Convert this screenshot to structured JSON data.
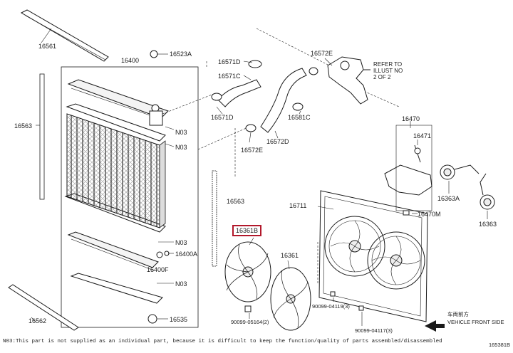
{
  "parts": {
    "p16561": "16561",
    "p16400": "16400",
    "p16523A": "16523A",
    "p16563_left": "16563",
    "p16563_right": "16563",
    "p16562": "16562",
    "p16535": "16535",
    "p16400A": "16400A",
    "p16400F": "16400F",
    "n03_1": "N03",
    "n03_2": "N03",
    "n03_3": "N03",
    "n03_4": "N03",
    "p16571D_top": "16571D",
    "p16571C": "16571C",
    "p16571D_mid": "16571D",
    "p16572E_top": "16572E",
    "p16581C": "16581C",
    "p16572D": "16572D",
    "p16572E_bot": "16572E",
    "p16361B": "16361B",
    "p16361": "16361",
    "p16711": "16711",
    "p16470": "16470",
    "p16471": "16471",
    "p16363A": "16363A",
    "p16363": "16363",
    "p16470M": "16470M",
    "b90099_05164": "90099-05164(2)",
    "b90099_04119": "90099-04119(3)",
    "b90099_04117": "90099-04117(3)"
  },
  "refer_note": "REFER TO\nILLUST NO\n2 OF 2",
  "front_side": {
    "cjk": "车両前方",
    "label": "VEHICLE FRONT SIDE"
  },
  "footnote": "N03:This part is not supplied as an individual part, because it is difficult to keep the function/quality of parts assembled/disassembled",
  "drawing_code": "165381B",
  "colors": {
    "line": "#1a1a1a",
    "highlight": "#b2182b"
  }
}
